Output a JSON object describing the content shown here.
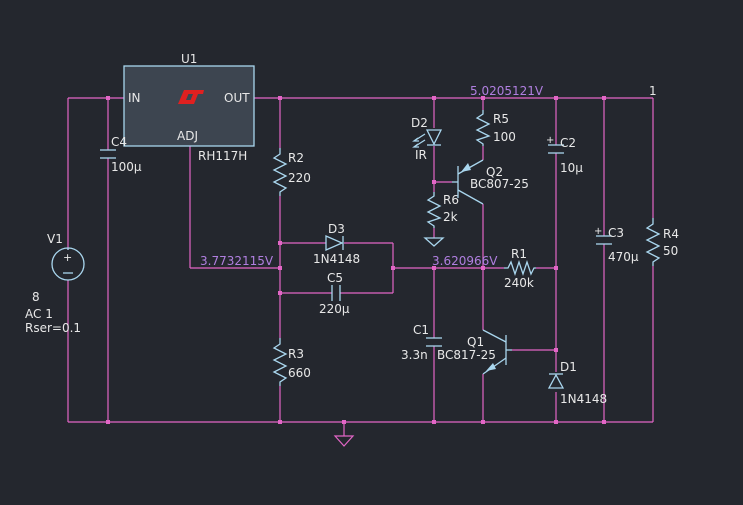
{
  "regulator": {
    "ref": "U1",
    "model": "RH117H",
    "pin_in": "IN",
    "pin_out": "OUT",
    "pin_adj": "ADJ"
  },
  "source": {
    "ref": "V1",
    "value": "8",
    "ac": "AC 1",
    "rser": "Rser=0.1"
  },
  "components": {
    "C4": {
      "ref": "C4",
      "value": "100µ"
    },
    "R2": {
      "ref": "R2",
      "value": "220"
    },
    "R3": {
      "ref": "R3",
      "value": "660"
    },
    "D3": {
      "ref": "D3",
      "value": "1N4148"
    },
    "C5": {
      "ref": "C5",
      "value": "220µ"
    },
    "D2": {
      "ref": "D2",
      "value": "IR"
    },
    "R6": {
      "ref": "R6",
      "value": "2k"
    },
    "R5": {
      "ref": "R5",
      "value": "100"
    },
    "Q2": {
      "ref": "Q2",
      "value": "BC807-25"
    },
    "R1": {
      "ref": "R1",
      "value": "240k"
    },
    "C1": {
      "ref": "C1",
      "value": "3.3n"
    },
    "Q1": {
      "ref": "Q1",
      "value": "BC817-25"
    },
    "C2": {
      "ref": "C2",
      "value": "10µ"
    },
    "D1": {
      "ref": "D1",
      "value": "1N4148"
    },
    "C3": {
      "ref": "C3",
      "value": "470µ"
    },
    "R4": {
      "ref": "R4",
      "value": "50"
    }
  },
  "nodes": {
    "out_voltage": "5.0205121V",
    "adj_voltage": "3.7732115V",
    "mid_voltage": "3.620966V",
    "net_label": "1"
  },
  "colors": {
    "background": "#24272e",
    "wire": "#e266c6",
    "component": "#a9d6ee",
    "voltage_label": "#b07fe0",
    "text": "#e8e8e8"
  }
}
